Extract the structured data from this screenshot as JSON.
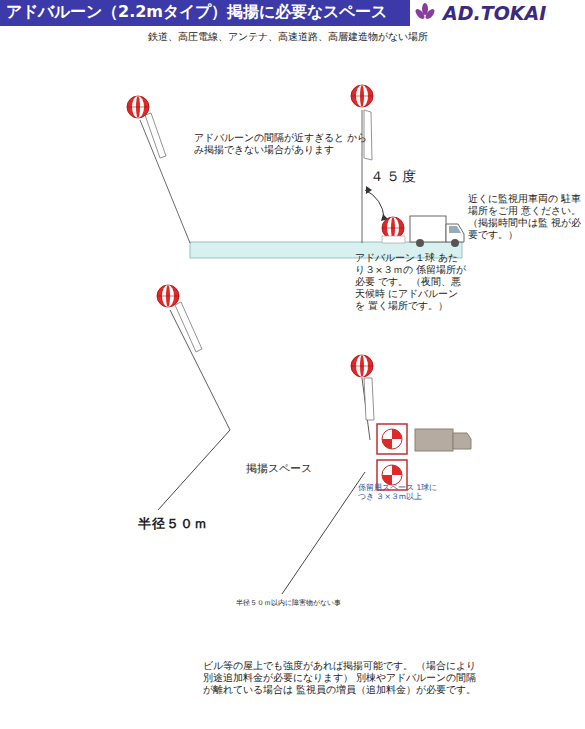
{
  "diagram": {
    "title": "アドバルーン（2.2mタイプ）掲揚に必要なスペース",
    "nodes": [
      {
        "text": [
          "鉄道、高圧電線、アンテナ、高速道路、高層建造物がない場所",
          "アドバルーンの間隔が近すぎると からみ掲揚できない場合があります",
          "４５度"
        ]
      },
      {
        "text": [
          "掲揚スペース",
          "係留用スペース 1球につき ３×３m以上"
        ]
      }
    ],
    "labels": [
      "AD.TOKAI",
      "近くに監視用車両の 駐車場所をご用 意ください。 （掲揚時間中は監 視が必要です。）",
      "アドバルーン１球 あたり３×３ｍの 係留場所が必要 です。 （夜間、悪天候時 にアドバルーンを 置く場所です。）",
      "半径５０ｍ",
      "半径５０ｍ以内に障害物がない事",
      "ビル等の屋上でも強度があれば掲揚可能です。 （場合により別途追加料金が必要になります） 別棟やアドバルーンの間隔が離れている場合は 監視員の増員（追加料金）が必要です。"
    ]
  }
}
